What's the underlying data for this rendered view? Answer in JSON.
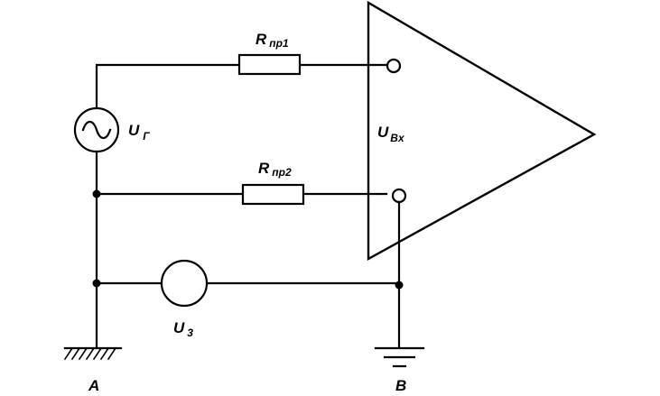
{
  "labels": {
    "r1_main": "R",
    "r1_sub": "пр1",
    "r2_main": "R",
    "r2_sub": "пр2",
    "ug_main": "U",
    "ug_sub": "Г",
    "ubx_main": "U",
    "ubx_sub": "Bx",
    "u3_main": "U",
    "u3_sub": "3",
    "node_a": "A",
    "node_b": "B"
  }
}
